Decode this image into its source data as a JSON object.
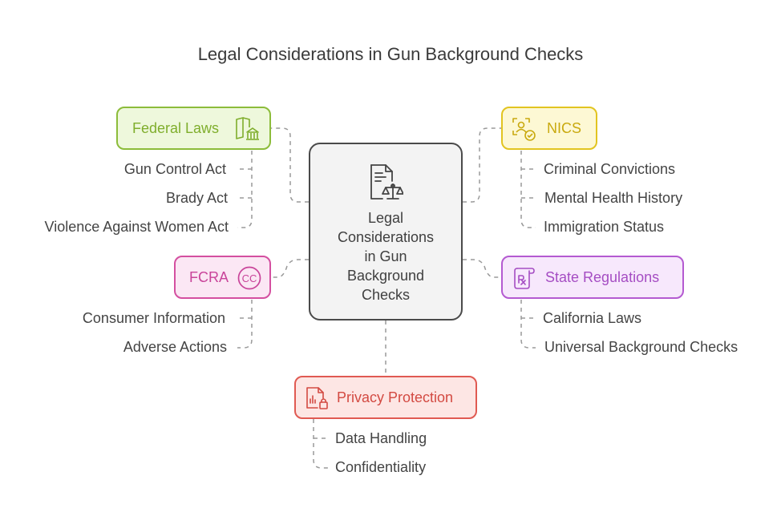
{
  "title": "Legal Considerations in Gun Background Checks",
  "center": {
    "lines": [
      "Legal",
      "Considerations",
      "in Gun",
      "Background",
      "Checks"
    ],
    "icon": "document-scales-icon"
  },
  "branches": {
    "federal_laws": {
      "label": "Federal Laws",
      "icon": "law-building-icon",
      "color": "#8cbc3a",
      "fill": "#eef8dc",
      "items": [
        "Gun Control Act",
        "Brady Act",
        "Violence Against Women Act"
      ]
    },
    "fcra": {
      "label": "FCRA",
      "icon": "cc-circle-icon",
      "color": "#d44fa0",
      "fill": "#fbe7f4",
      "items": [
        "Consumer Information",
        "Adverse Actions"
      ]
    },
    "nics": {
      "label": "NICS",
      "icon": "id-check-icon",
      "color": "#e2c420",
      "fill": "#fdf8d4",
      "items": [
        "Criminal Convictions",
        "Mental Health History",
        "Immigration Status"
      ]
    },
    "state_regulations": {
      "label": "State Regulations",
      "icon": "prescription-scroll-icon",
      "color": "#b45ad1",
      "fill": "#f7e8fc",
      "items": [
        "California Laws",
        "Universal Background Checks"
      ]
    },
    "privacy_protection": {
      "label": "Privacy Protection",
      "icon": "file-lock-icon",
      "color": "#e05a52",
      "fill": "#fde6e4",
      "items": [
        "Data Handling",
        "Confidentiality"
      ]
    }
  },
  "connector_color": "#9a9a9a"
}
